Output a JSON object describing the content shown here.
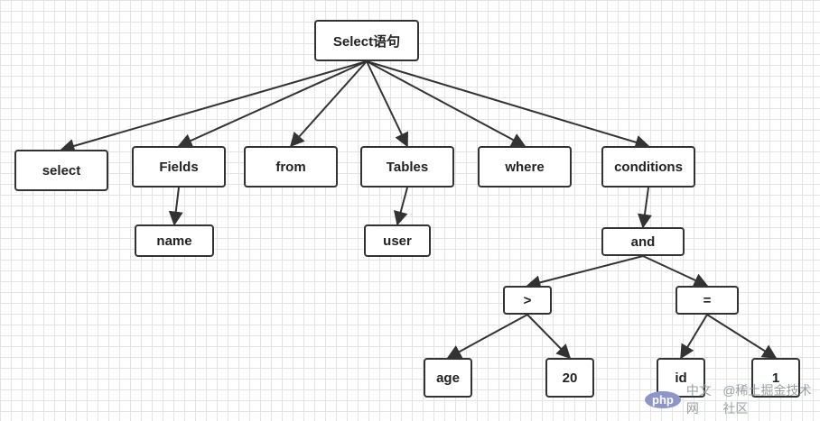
{
  "nodes": [
    {
      "id": "root",
      "label": "Select语句"
    },
    {
      "id": "select",
      "label": "select"
    },
    {
      "id": "fields",
      "label": "Fields"
    },
    {
      "id": "from",
      "label": "from"
    },
    {
      "id": "tables",
      "label": "Tables"
    },
    {
      "id": "where",
      "label": "where"
    },
    {
      "id": "conditions",
      "label": "conditions"
    },
    {
      "id": "name",
      "label": "name"
    },
    {
      "id": "user",
      "label": "user"
    },
    {
      "id": "and",
      "label": "and"
    },
    {
      "id": "gt",
      "label": ">"
    },
    {
      "id": "eq",
      "label": "="
    },
    {
      "id": "age",
      "label": "age"
    },
    {
      "id": "n20",
      "label": "20"
    },
    {
      "id": "idn",
      "label": "id"
    },
    {
      "id": "n1",
      "label": "1"
    }
  ],
  "edges": [
    [
      "root",
      "select"
    ],
    [
      "root",
      "fields"
    ],
    [
      "root",
      "from"
    ],
    [
      "root",
      "tables"
    ],
    [
      "root",
      "where"
    ],
    [
      "root",
      "conditions"
    ],
    [
      "fields",
      "name"
    ],
    [
      "tables",
      "user"
    ],
    [
      "conditions",
      "and"
    ],
    [
      "and",
      "gt"
    ],
    [
      "and",
      "eq"
    ],
    [
      "gt",
      "age"
    ],
    [
      "gt",
      "n20"
    ],
    [
      "eq",
      "idn"
    ],
    [
      "eq",
      "n1"
    ]
  ],
  "watermark": {
    "text": "@稀土掘金技术社区",
    "badge": "php",
    "badge_suffix": "中文网"
  },
  "colors": {
    "stroke": "#333333",
    "grid": "#e3e3e3"
  }
}
